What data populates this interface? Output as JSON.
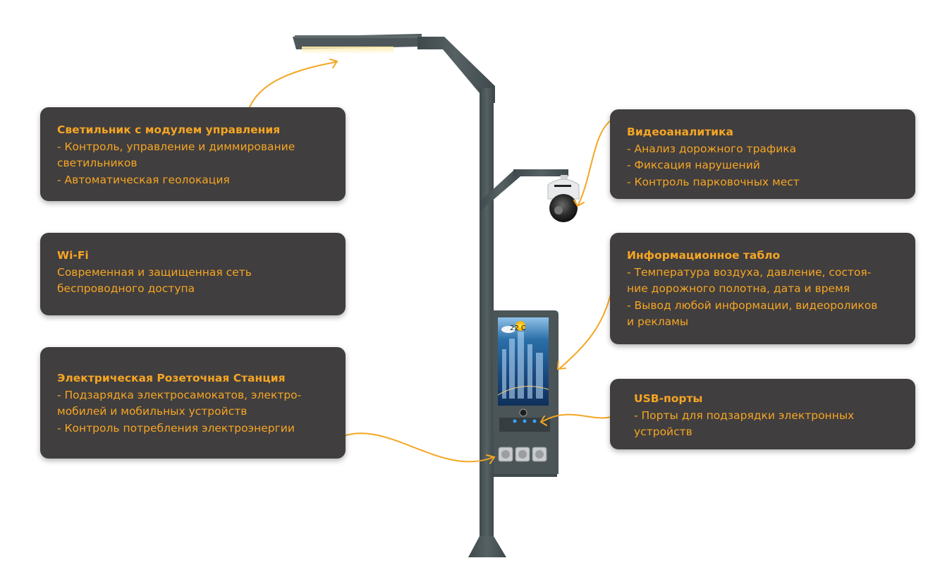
{
  "colors": {
    "card_bg": "#413e3f",
    "accent": "#f5a623",
    "pole": "#4b5558"
  },
  "cards": {
    "light": {
      "title": "Светильник с модулем управления",
      "lines": [
        "- Контроль, управление и диммирование",
        "светильников",
        "- Автоматическая геолокация"
      ]
    },
    "wifi": {
      "title": "Wi-Fi",
      "lines": [
        "Современная и защищенная сеть",
        "беспроводного доступа"
      ]
    },
    "station": {
      "title": "Электрическая Розеточная Станция",
      "lines": [
        "- Подзарядка электросамокатов, электро-",
        "мобилей и мобильных устройств",
        "- Контроль потребления электроэнергии"
      ]
    },
    "video": {
      "title": "Видеоаналитика",
      "lines": [
        "- Анализ дорожного трафика",
        "- Фиксация нарушений",
        "- Контроль парковочных мест"
      ]
    },
    "board": {
      "title": "Информационное табло",
      "lines": [
        "- Температура воздуха, давление, состоя-",
        "ние дорожного полотна, дата и время",
        "- Вывод любой информации, видеороликов",
        "и рекламы"
      ]
    },
    "usb": {
      "title": "USB-порты",
      "lines": [
        "- Порты для подзарядки электронных",
        "устройств"
      ]
    }
  },
  "screen": {
    "temperature": "22 C"
  },
  "icons": {
    "camera": "ptz-camera-icon",
    "lamp": "street-lamp-icon",
    "socket": "power-socket-icon",
    "weather": "sun-cloud-icon"
  }
}
